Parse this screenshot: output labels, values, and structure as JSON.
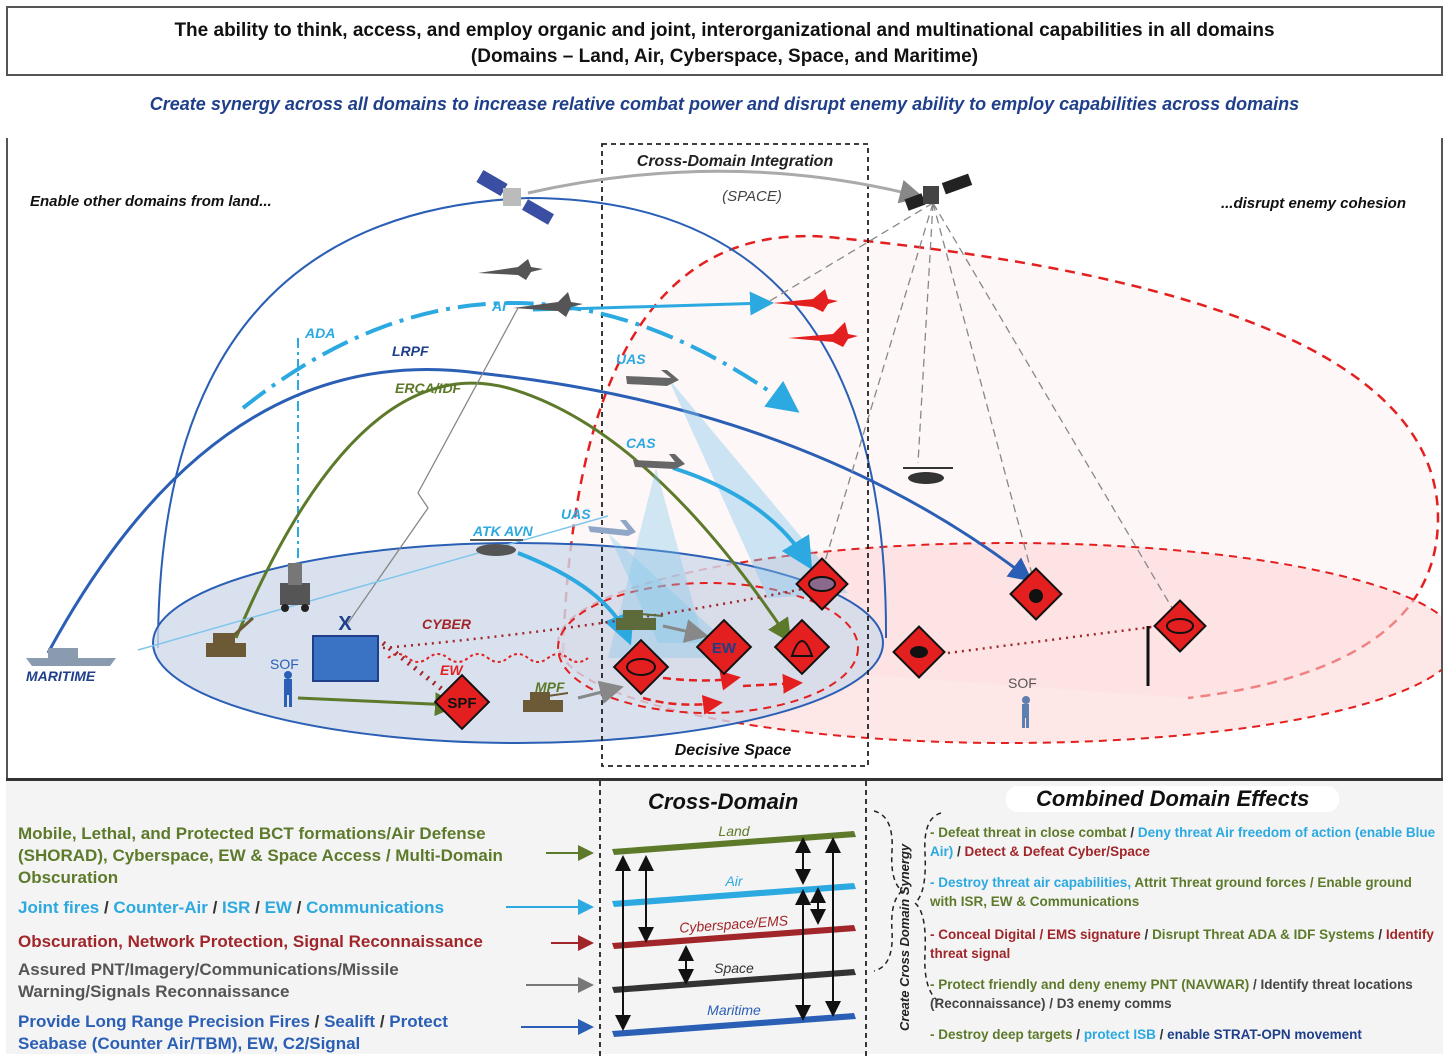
{
  "header": {
    "title_line1": "The ability to think, access, and employ organic and joint, interorganizational and multinational capabilities in all domains",
    "title_line2": "(Domains – Land, Air, Cyberspace, Space, and Maritime)",
    "subtitle": "Create synergy across all domains to increase relative combat power and disrupt enemy ability to employ capabilities across domains"
  },
  "diagram": {
    "cross_domain_integration": "Cross-Domain Integration",
    "space": "(SPACE)",
    "enable_other": "Enable other domains from land...",
    "disrupt": "...disrupt enemy cohesion",
    "decisive_space": "Decisive Space",
    "labels": {
      "ai": "AI",
      "ada": "ADA",
      "lrpf": "LRPF",
      "erca": "ERCA/IDF",
      "uas1": "UAS",
      "cas": "CAS",
      "uas2": "UAS",
      "atk_avn": "ATK AVN",
      "cyber": "CYBER",
      "ew": "EW",
      "sof1": "SOF",
      "sof2": "SOF",
      "mpf": "MPF",
      "maritime": "MARITIME",
      "x_mark": "X",
      "spf": "SPF",
      "ew_diamond": "EW"
    },
    "colors": {
      "blue": "#2a5fb5",
      "light_blue": "#2ba9e0",
      "green": "#5d7a2b",
      "red": "#e41f1f"
    }
  },
  "cross_domain_panel": {
    "title": "Cross-Domain",
    "layers": [
      "Land",
      "Air",
      "Cyberspace/EMS",
      "Space",
      "Maritime"
    ],
    "synergy": "Create Cross Domain Synergy"
  },
  "left_list": [
    {
      "parts": [
        {
          "t": "Mobile, Lethal, and Protected BCT formations/Air Defense (SHORAD), Cyberspace, EW & Space Access / Multi-Domain Obscuration",
          "c": "#5d7a2b"
        }
      ]
    },
    {
      "parts": [
        {
          "t": "Joint fires",
          "c": "#2ba9e0"
        },
        {
          "t": " / ",
          "c": "#333"
        },
        {
          "t": "Counter-Air",
          "c": "#2ba9e0"
        },
        {
          "t": " / ",
          "c": "#333"
        },
        {
          "t": "ISR",
          "c": "#2ba9e0"
        },
        {
          "t": " / ",
          "c": "#333"
        },
        {
          "t": "EW",
          "c": "#2ba9e0"
        },
        {
          "t": " / ",
          "c": "#333"
        },
        {
          "t": "Communications",
          "c": "#2ba9e0"
        }
      ]
    },
    {
      "parts": [
        {
          "t": "Obscuration, Network Protection, Signal Reconnaissance",
          "c": "#a1262a"
        }
      ]
    },
    {
      "parts": [
        {
          "t": "Assured PNT/Imagery/Communications/Missile Warning/Signals Reconnaissance",
          "c": "#555"
        }
      ]
    },
    {
      "parts": [
        {
          "t": "Provide Long Range Precision Fires",
          "c": "#2a5fb5"
        },
        {
          "t": " / ",
          "c": "#333"
        },
        {
          "t": "Sealift",
          "c": "#2a5fb5"
        },
        {
          "t": " / ",
          "c": "#333"
        },
        {
          "t": "Protect Seabase (Counter Air/TBM), EW, C2/Signal",
          "c": "#2a5fb5"
        }
      ]
    }
  ],
  "effects": {
    "title": "Combined Domain Effects",
    "items": [
      {
        "parts": [
          {
            "t": "- Defeat threat in close combat",
            "c": "#5d7a2b"
          },
          {
            "t": " / ",
            "c": "#333"
          },
          {
            "t": "Deny threat Air freedom of action (enable Blue Air)",
            "c": "#2ba9e0"
          },
          {
            "t": " / ",
            "c": "#333"
          },
          {
            "t": "Detect & Defeat Cyber/Space",
            "c": "#a1262a"
          }
        ]
      },
      {
        "parts": [
          {
            "t": "- Destroy threat air capabilities,",
            "c": "#2ba9e0"
          },
          {
            "t": " Attrit Threat ground forces / Enable ground with ISR, EW & Communications",
            "c": "#5d7a2b"
          }
        ]
      },
      {
        "parts": [
          {
            "t": "- Conceal Digital / EMS signature",
            "c": "#a1262a"
          },
          {
            "t": " / ",
            "c": "#333"
          },
          {
            "t": "Disrupt Threat ADA & IDF Systems",
            "c": "#5d7a2b"
          },
          {
            "t": " / ",
            "c": "#333"
          },
          {
            "t": "Identify threat signal",
            "c": "#a1262a"
          }
        ]
      },
      {
        "parts": [
          {
            "t": "- Protect friendly and deny enemy PNT (NAVWAR)",
            "c": "#5d7a2b"
          },
          {
            "t": " / Identify threat locations (Reconnaissance) / D3 enemy comms",
            "c": "#444"
          }
        ]
      },
      {
        "parts": [
          {
            "t": "- Destroy deep targets",
            "c": "#5d7a2b"
          },
          {
            "t": " / ",
            "c": "#333"
          },
          {
            "t": "protect ISB",
            "c": "#2ba9e0"
          },
          {
            "t": " / ",
            "c": "#333"
          },
          {
            "t": "enable STRAT-OPN movement",
            "c": "#1f3f8a"
          }
        ]
      }
    ]
  }
}
